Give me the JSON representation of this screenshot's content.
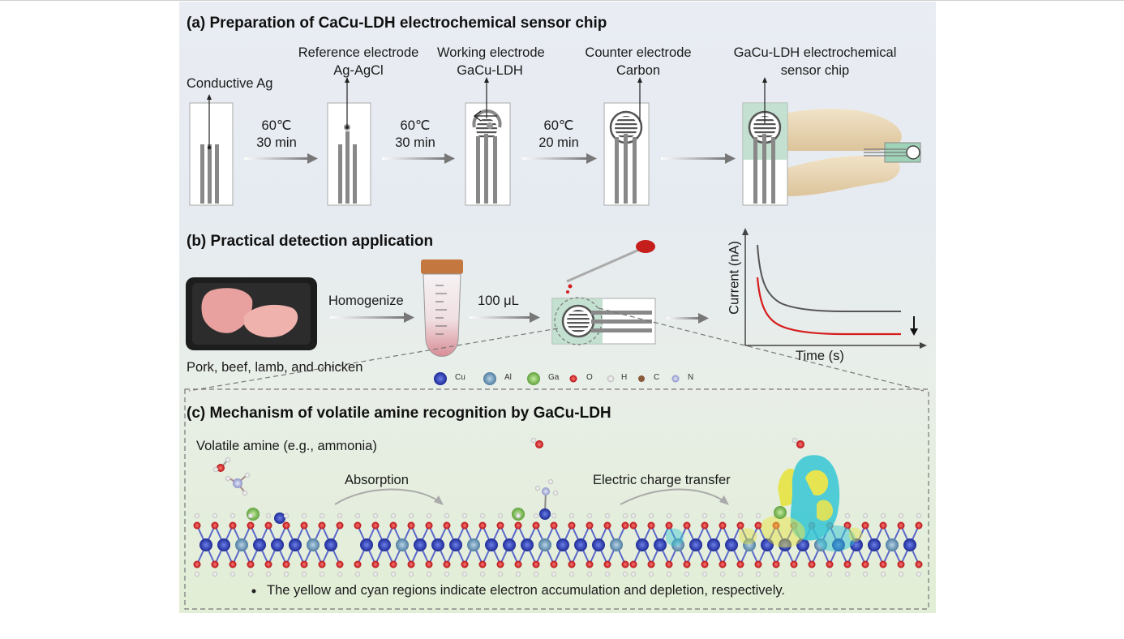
{
  "panel_a": {
    "title": "(a) Preparation of CaCu-LDH electrochemical sensor chip",
    "labels": {
      "conductive": "Conductive Ag",
      "reference_1": "Reference electrode",
      "reference_2": "Ag-AgCl",
      "working_1": "Working electrode",
      "working_2": "GaCu-LDH",
      "counter_1": "Counter electrode",
      "counter_2": "Carbon",
      "chip_1": "GaCu-LDH electrochemical",
      "chip_2": "sensor chip"
    },
    "steps": [
      {
        "temp": "60℃",
        "time": "30 min"
      },
      {
        "temp": "60℃",
        "time": "30 min"
      },
      {
        "temp": "60℃",
        "time": "20 min"
      }
    ]
  },
  "panel_b": {
    "title": "(b) Practical detection application",
    "homogenize": "Homogenize",
    "volume": "100 μL",
    "meat": "Pork, beef, lamb, and chicken",
    "ylabel": "Current (nA)",
    "xlabel": "Time (s)",
    "legend": [
      {
        "symbol": "Cu",
        "color": "#2a3fb8"
      },
      {
        "symbol": "Al",
        "color": "#6f9cbd"
      },
      {
        "symbol": "Ga",
        "color": "#7cc35a"
      },
      {
        "symbol": "O",
        "color": "#d42020"
      },
      {
        "symbol": "H",
        "color": "#f2f2f2"
      },
      {
        "symbol": "C",
        "color": "#8a5a3a"
      },
      {
        "symbol": "N",
        "color": "#b8bede"
      }
    ]
  },
  "panel_c": {
    "title": "(c) Mechanism of volatile amine recognition by GaCu-LDH",
    "amine": "Volatile amine (e.g., ammonia)",
    "absorption": "Absorption",
    "transfer": "Electric charge transfer",
    "note": "The yellow and cyan regions indicate electron accumulation and depletion, respectively."
  },
  "colors": {
    "cu": "#2a3fb8",
    "al": "#6f9cbd",
    "ga": "#7cc35a",
    "o": "#d42020",
    "accumulation": "#e8e33a",
    "depletion": "#35c7d4",
    "curve_black": "#555555",
    "curve_red": "#d61e1e"
  }
}
